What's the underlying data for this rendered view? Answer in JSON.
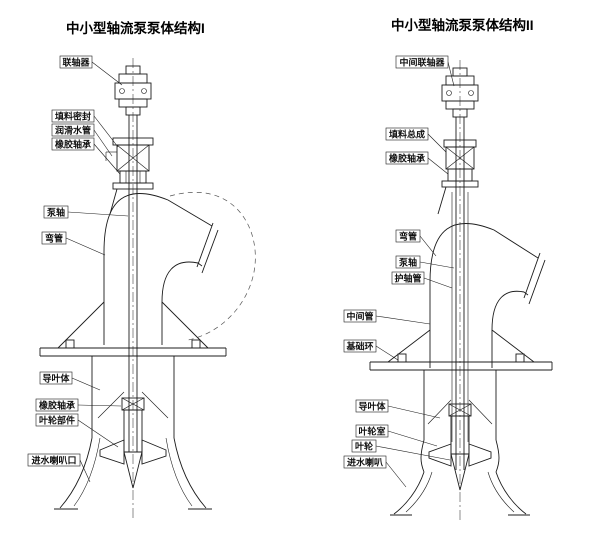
{
  "page": {
    "background": "#ffffff",
    "line_color": "#1c1c1c"
  },
  "diagrams": [
    {
      "title": "中小型轴流泵泵体结构I",
      "labels": [
        "联轴器",
        "填料密封",
        "润滑水管",
        "橡胶轴承",
        "泵轴",
        "弯管",
        "导叶体",
        "橡胶轴承",
        "叶轮部件",
        "进水喇叭口"
      ]
    },
    {
      "title": "中小型轴流泵泵体结构II",
      "labels": [
        "中间联轴器",
        "填料总成",
        "橡胶轴承",
        "弯管",
        "泵轴",
        "护轴管",
        "中间管",
        "基础环",
        "导叶体",
        "叶轮室",
        "叶轮",
        "进水喇叭"
      ]
    }
  ]
}
